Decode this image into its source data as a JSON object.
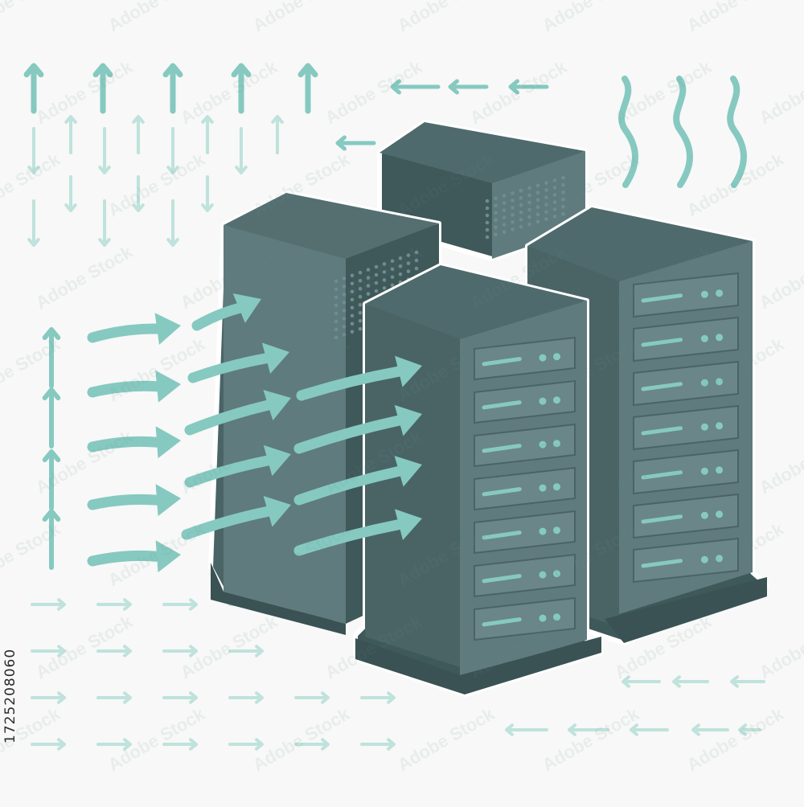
{
  "illustration": {
    "subject": "server-rack-airflow-cooling",
    "stock_id": "1725208060",
    "watermark_text": "Adobe Stock"
  },
  "colors": {
    "background": "#f7f8f7",
    "server_front": "#5f7b7d",
    "server_side": "#3f5859",
    "server_top": "#4f6a6c",
    "server_base": "#3a5253",
    "panel": "#6a8688",
    "panel_border": "#4a6466",
    "accent_teal": "#86c9c0",
    "arrow_light": "#bfe2dc",
    "outline": "#ffffff"
  },
  "icons": {
    "airflow": "arrow-icon",
    "heat": "heat-wave-icon",
    "server": "server-rack-icon"
  }
}
